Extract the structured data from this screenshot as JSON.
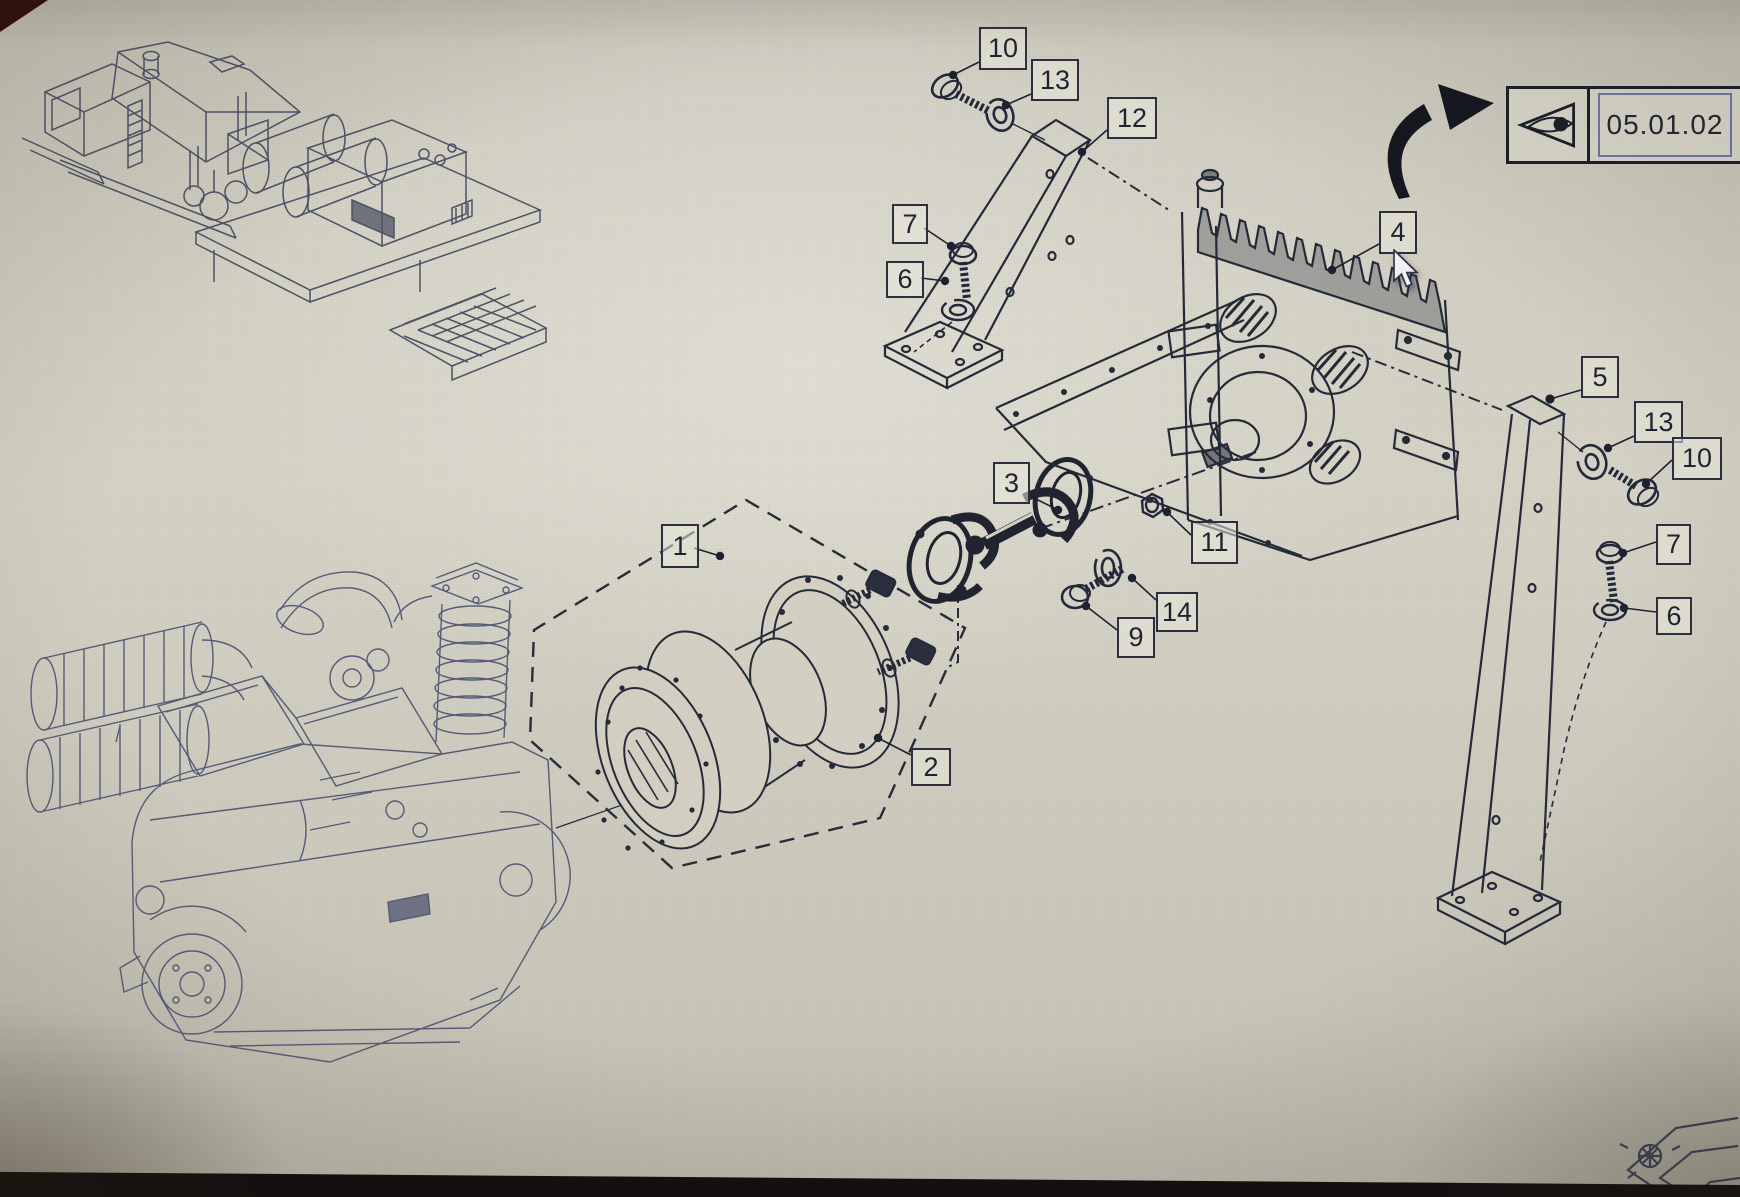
{
  "reference": {
    "code": "05.01.02"
  },
  "callouts": [
    {
      "label": "10"
    },
    {
      "label": "13"
    },
    {
      "label": "12"
    },
    {
      "label": "7"
    },
    {
      "label": "6"
    },
    {
      "label": "1"
    },
    {
      "label": "2"
    },
    {
      "label": "3"
    },
    {
      "label": "9"
    },
    {
      "label": "11"
    },
    {
      "label": "14"
    },
    {
      "label": "4"
    },
    {
      "label": "5"
    },
    {
      "label": "13"
    },
    {
      "label": "10"
    },
    {
      "label": "7"
    },
    {
      "label": "6"
    }
  ],
  "icons": {
    "reference": "eye-icon",
    "cursor": "arrow-cursor-icon",
    "watermark": "chevron-logo-icon"
  },
  "colors": {
    "background": "#d0cdc1",
    "line_dark": "#252a38",
    "line_light": "#4b5270",
    "label_border": "#2a3040",
    "reference_inner_border": "#6a6f9e"
  }
}
